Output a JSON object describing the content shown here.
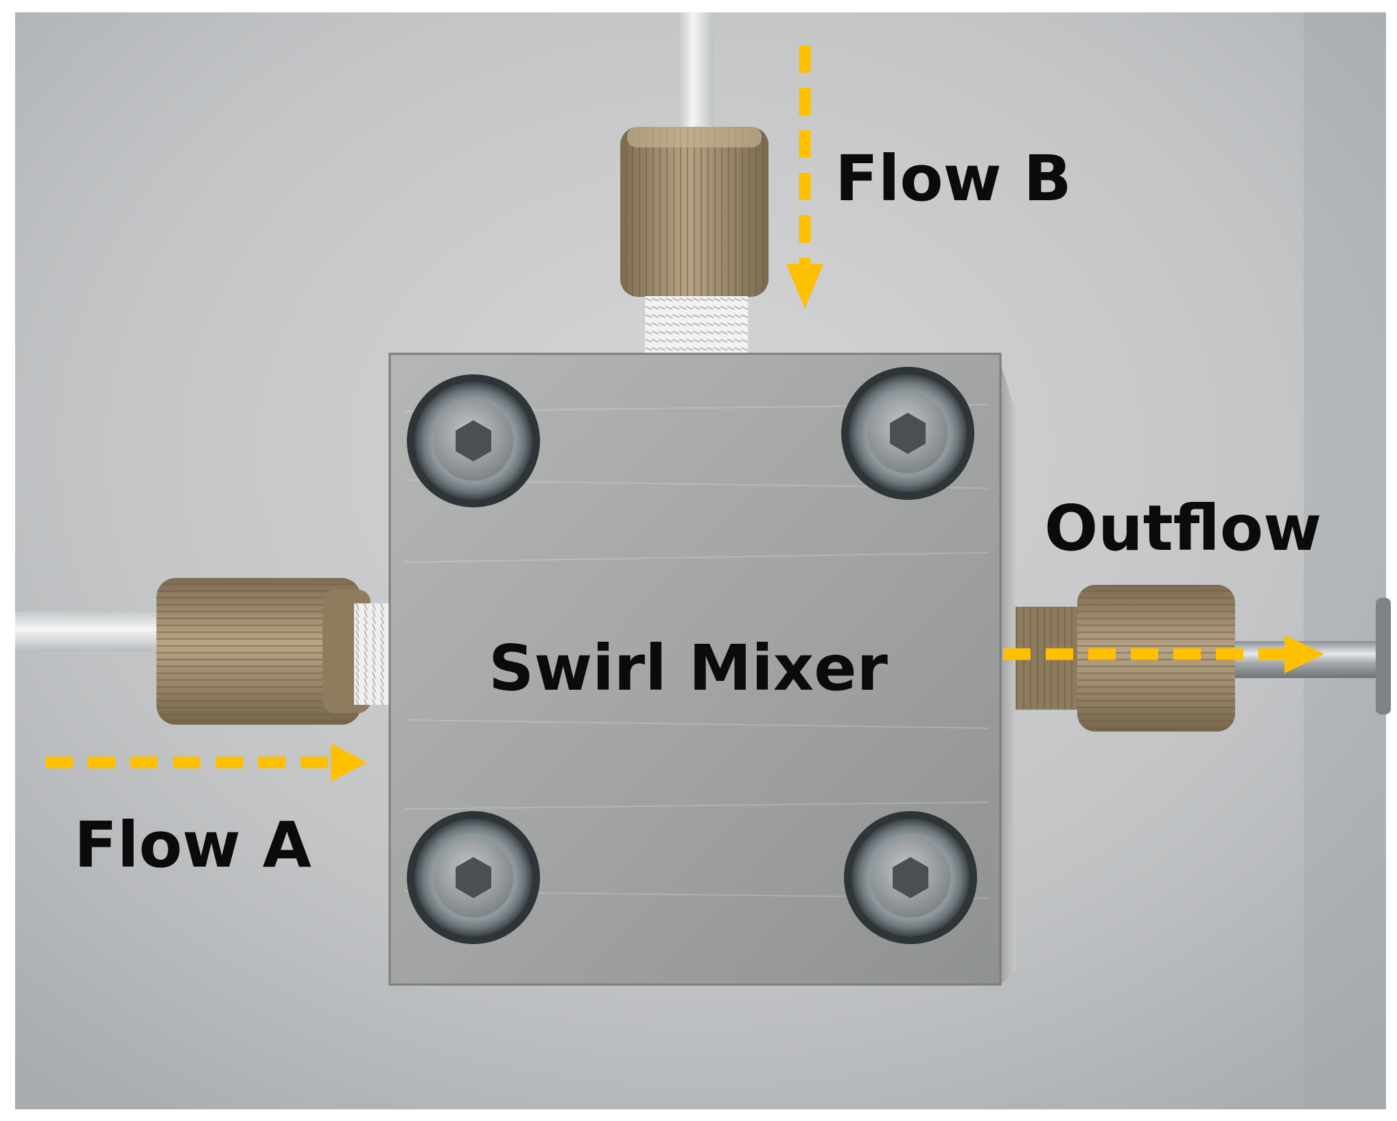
{
  "labels": {
    "flow_a": "Flow A",
    "flow_b": "Flow B",
    "outflow": "Outflow",
    "mixer": "Swirl Mixer"
  },
  "colors": {
    "arrow": "#ffc000",
    "text": "#0b0b0b",
    "background": "#c4c6c8",
    "fitting": "#a08e70",
    "block": "#a7a9a8"
  },
  "icons": {
    "flow_a_arrow": "arrow-right-icon",
    "flow_b_arrow": "arrow-down-icon",
    "outflow_arrow": "arrow-right-icon"
  }
}
